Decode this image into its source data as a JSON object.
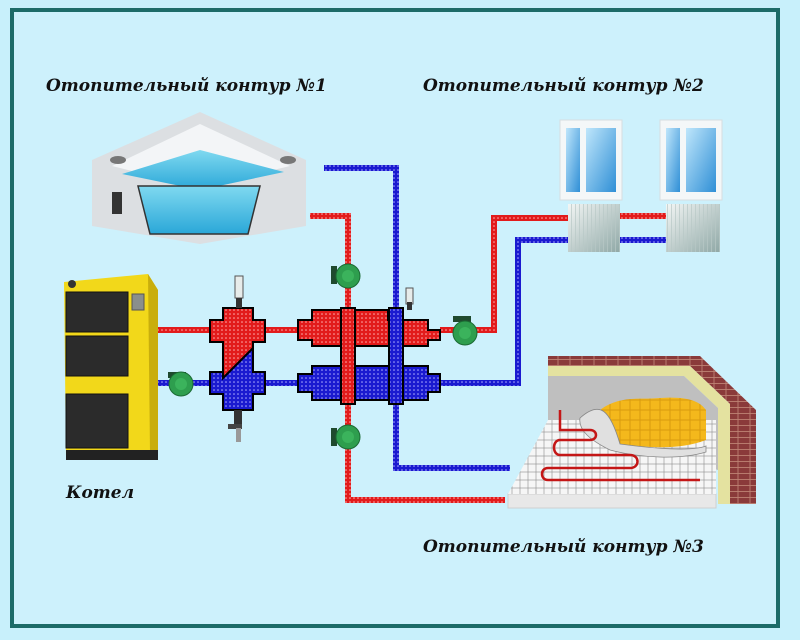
{
  "title": "Схема подключения отопительных контуров через гидрострелку и коллектор",
  "labels": {
    "circuit1": "Отопительный контур №1",
    "circuit2": "Отопительный контур №2",
    "circuit3": "Отопительный контур №3",
    "boiler": "Котел"
  },
  "colors": {
    "frame": "#1c6b68",
    "background": "#cdf1fc",
    "hot_pipe": "#e21b1b",
    "cold_pipe": "#1a1ad0",
    "pump": "#2e9e4e",
    "boiler_body": "#f2d81a"
  },
  "components": {
    "boiler": "solid-fuel-boiler",
    "hydraulic_separator": "hydraulic-arrow",
    "collector": "distribution-manifold",
    "pumps": 4,
    "circuit1_device": "corner-bathtub",
    "circuit2_device": "radiators-under-windows",
    "circuit3_device": "underfloor-heating"
  }
}
